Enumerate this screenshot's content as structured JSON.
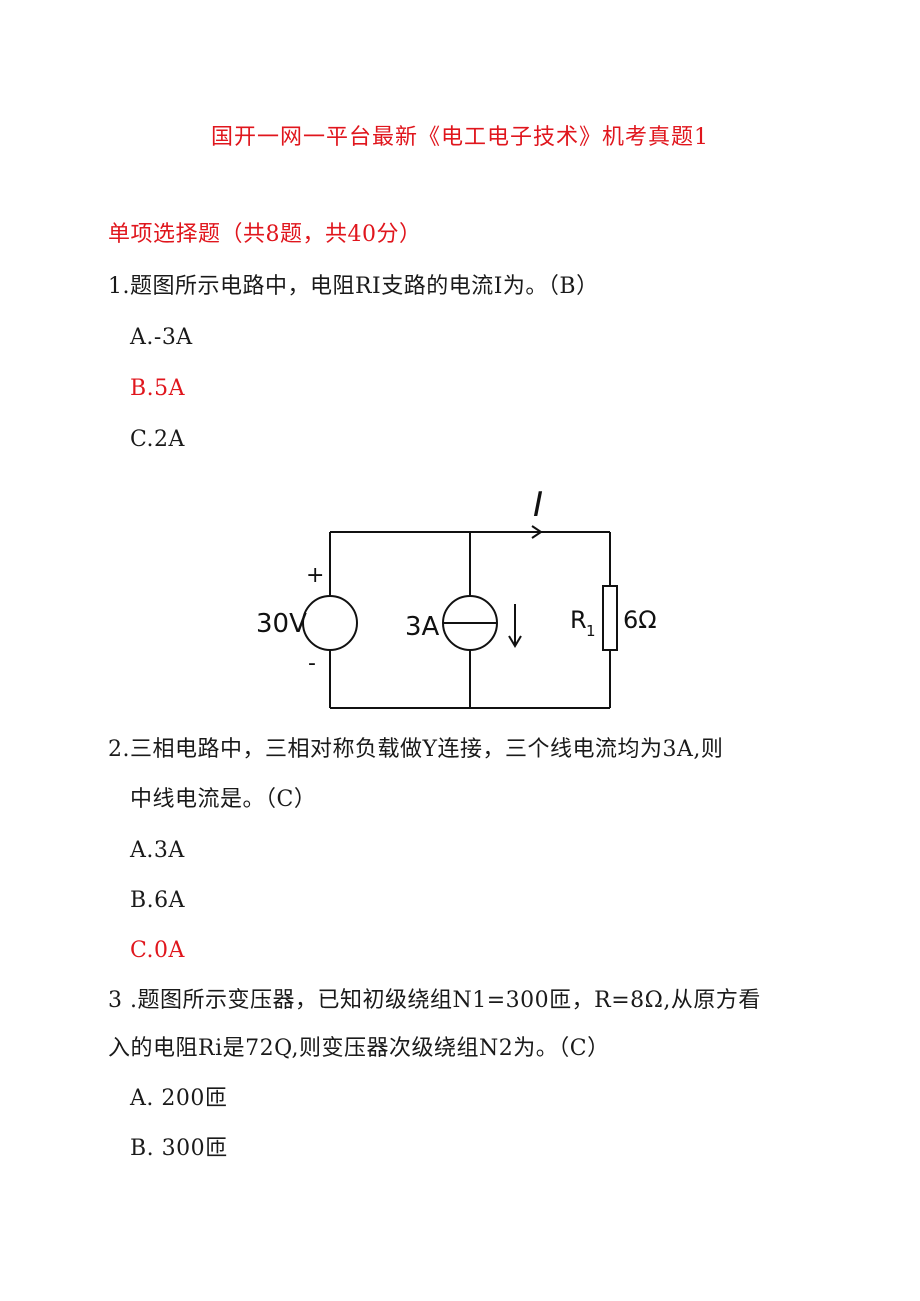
{
  "title": "国开一网一平台最新《电工电子技术》机考真题1",
  "section_header": "单项选择题（共8题，共40分）",
  "questions": [
    {
      "stem_lines": [
        "1.题图所示电路中，电阻RI支路的电流I为。（B）"
      ],
      "options": [
        "A.-3A",
        "B.5A",
        "C.2A"
      ],
      "correct_index": 1
    },
    {
      "stem_lines": [
        "2.三相电路中，三相对称负载做Y连接，三个线电流均为3A,则",
        "中线电流是。（C）"
      ],
      "options": [
        "A.3A",
        "B.6A",
        "C.0A"
      ],
      "correct_index": 2
    },
    {
      "stem_lines": [
        "3 .题图所示变压器，已知初级绕组N1=300匝，R=8Ω,从原方看",
        "入的电阻Ri是72Q,则变压器次级绕组N2为。（C）"
      ],
      "options": [
        "A.  200匝",
        "B.  300匝"
      ]
    }
  ],
  "circuit": {
    "current_label": "I",
    "source_voltage": "30V",
    "plus_sign": "+",
    "minus_sign": "-",
    "current_source": "3A",
    "resistor_name": "R",
    "resistor_subscript": "1",
    "resistor_value": "6Ω"
  },
  "colors": {
    "text": "#1a1a1a",
    "answer_highlight": "#e0161d",
    "wire": "#111111"
  }
}
